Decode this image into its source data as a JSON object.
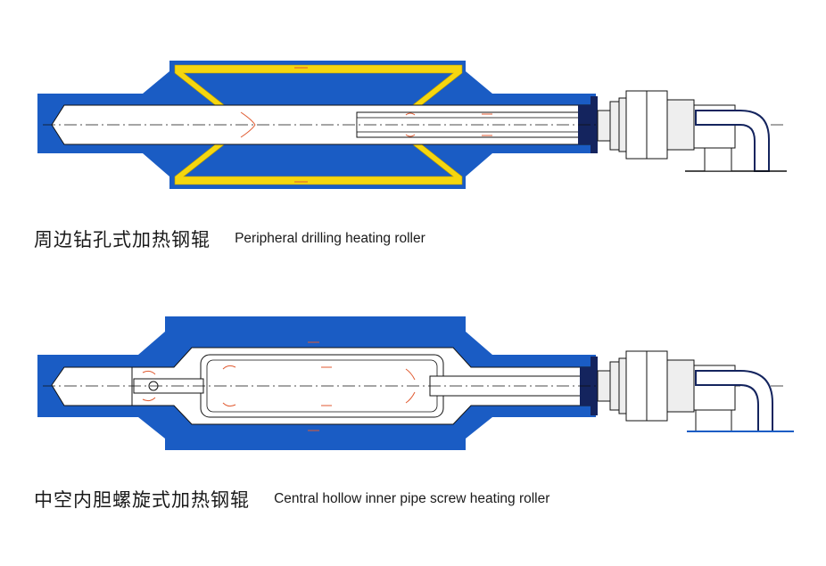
{
  "colors": {
    "shell_blue": "#1a5cc4",
    "dark_navy": "#14245e",
    "insulation_yellow": "#f5d60f",
    "bore_white": "#ffffff",
    "outline": "#111111",
    "flow_arrow": "#e05a30",
    "joint_gray": "#eeeeee"
  },
  "rollers": [
    {
      "caption_cn": "周边钻孔式加热钢辊",
      "caption_en": "Peripheral drilling heating roller"
    },
    {
      "caption_cn": "中空内胆螺旋式加热钢辊",
      "caption_en": "Central hollow inner pipe screw heating roller"
    }
  ]
}
